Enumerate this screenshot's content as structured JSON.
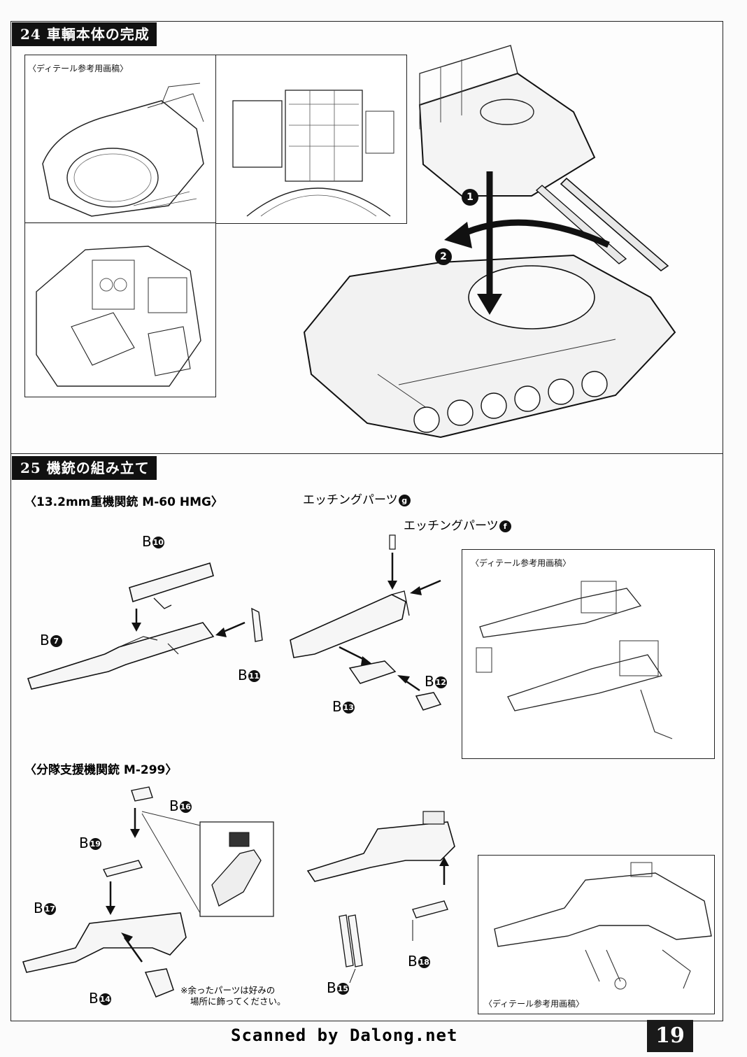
{
  "section24": {
    "title": "24 車輌本体の完成",
    "detail_label": "〈ディテール参考用画稿〉",
    "steps": [
      "1",
      "2"
    ]
  },
  "section25": {
    "title": "25 機銃の組み立て",
    "hmg_title": "〈13.2mm重機関銃 M-60 HMG〉",
    "lmg_title": "〈分隊支援機関銃 M-299〉",
    "detail_label_1": "〈ディテール参考用画稿〉",
    "detail_label_2": "〈ディテール参考用画稿〉",
    "etching_g": {
      "label": "エッチングパーツ",
      "id": "g"
    },
    "etching_f": {
      "label": "エッチングパーツ",
      "id": "f"
    },
    "parts": {
      "b10": {
        "letter": "B",
        "num": "10"
      },
      "b7": {
        "letter": "B",
        "num": "7"
      },
      "b11": {
        "letter": "B",
        "num": "11"
      },
      "b12": {
        "letter": "B",
        "num": "12"
      },
      "b13": {
        "letter": "B",
        "num": "13"
      },
      "b16": {
        "letter": "B",
        "num": "16"
      },
      "b19": {
        "letter": "B",
        "num": "19"
      },
      "b17": {
        "letter": "B",
        "num": "17"
      },
      "b14": {
        "letter": "B",
        "num": "14"
      },
      "b18": {
        "letter": "B",
        "num": "18"
      },
      "b15": {
        "letter": "B",
        "num": "15"
      }
    },
    "note_line1": "※余ったパーツは好みの",
    "note_line2": "場所に飾ってください。"
  },
  "footer": {
    "scanned": "Scanned by Dalong.net",
    "page_number": "19"
  }
}
